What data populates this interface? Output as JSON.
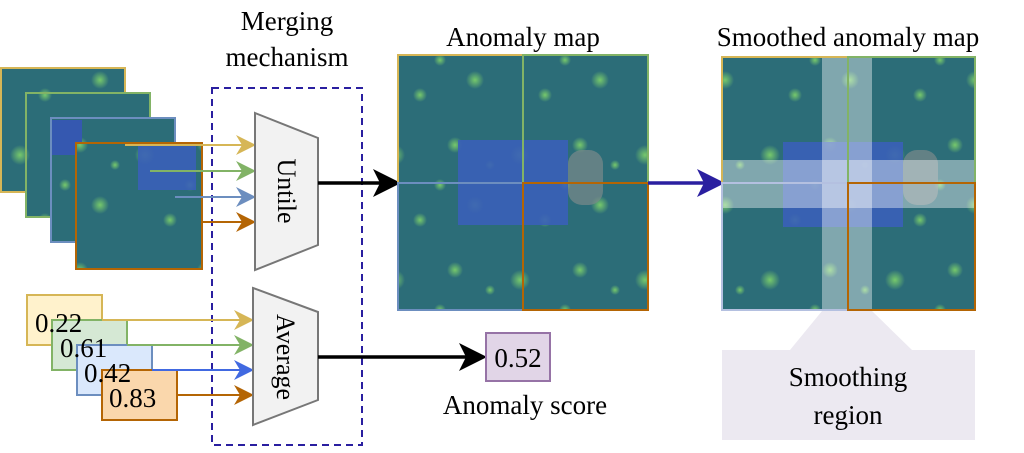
{
  "titles": {
    "merging_line1": "Merging",
    "merging_line2": "mechanism",
    "anomaly_map": "Anomaly map",
    "smoothed_map": "Smoothed anomaly map"
  },
  "operators": {
    "untile": "Untile",
    "average": "Average"
  },
  "tile_scores": [
    "0.22",
    "0.61",
    "0.42",
    "0.83"
  ],
  "anomaly_score": {
    "value": "0.52",
    "label": "Anomaly score"
  },
  "smoothing_region": {
    "line1": "Smoothing",
    "line2": "region"
  },
  "colors": {
    "yellow": "#d6b656",
    "green": "#82b366",
    "blue": "#6c8ebf",
    "orange": "#b46504",
    "merge_border": "#2a1fa0",
    "score_fill": "#e1d5e7",
    "score_stroke": "#9673a6",
    "callout_fill": "#ece9f1"
  }
}
